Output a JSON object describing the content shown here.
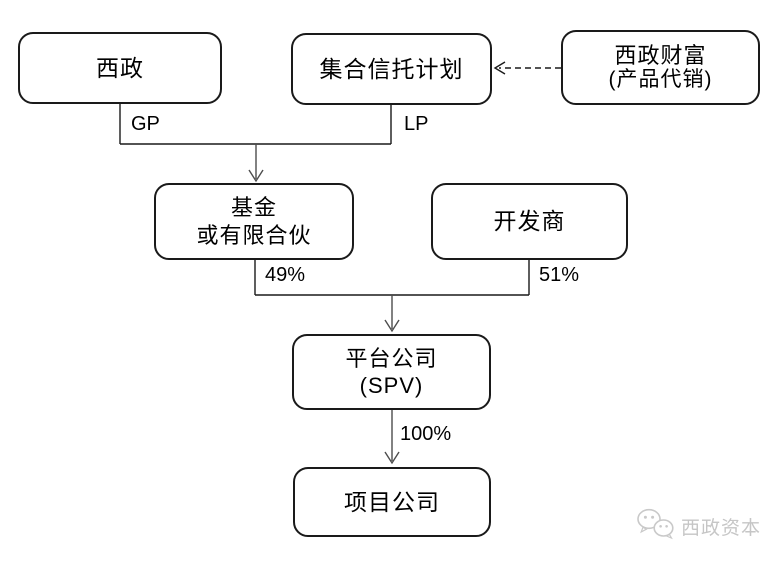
{
  "diagram": {
    "nodes": {
      "xizheng": {
        "label": "西政"
      },
      "trust_plan": {
        "label": "集合信托计划"
      },
      "wealth": {
        "line1": "西政财富",
        "line2": "(产品代销)"
      },
      "fund": {
        "line1": "基金",
        "line2": "或有限合伙"
      },
      "developer": {
        "label": "开发商"
      },
      "platform": {
        "line1": "平台公司",
        "line2": "(SPV)"
      },
      "project": {
        "label": "项目公司"
      }
    },
    "edge_labels": {
      "gp": "GP",
      "lp": "LP",
      "fund_share": "49%",
      "developer_share": "51%",
      "platform_share": "100%"
    },
    "colors": {
      "line": "#1a1a1a",
      "arrow": "#4d4d4d",
      "background": "#ffffff",
      "text": "#000000",
      "watermark": "#c6c6c6"
    }
  },
  "watermark": {
    "brand": "西政资本",
    "icon": "wechat-icon"
  }
}
